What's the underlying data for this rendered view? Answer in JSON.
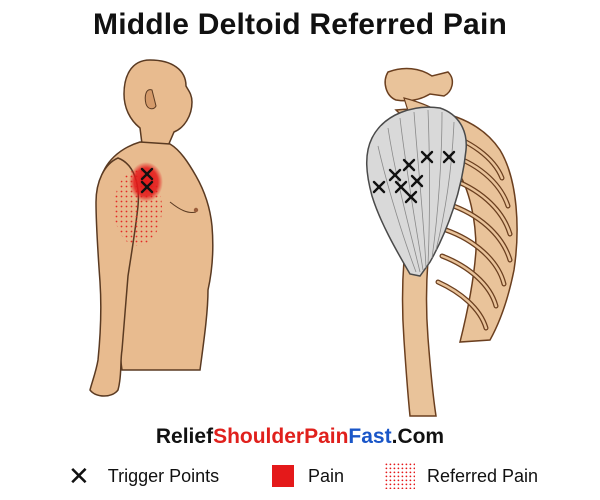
{
  "title": "Middle Deltoid Referred Pain",
  "brand": {
    "part1": "Relief",
    "part2": "ShoulderPain",
    "part3": "Fast",
    "part4": ".Com"
  },
  "legend": {
    "trigger_points": "Trigger Points",
    "pain": "Pain",
    "referred_pain": "Referred Pain"
  },
  "colors": {
    "skin": "#e8bb8f",
    "skin_shadow": "#d49a6a",
    "bone": "#e9c39a",
    "muscle": "#d9d9d9",
    "pain": "#e4191a",
    "brand_red": "#e0201c",
    "brand_blue": "#1a56c8"
  },
  "icons": [
    "cross-mark-icon",
    "pain-square-icon",
    "dot-pattern-icon"
  ]
}
